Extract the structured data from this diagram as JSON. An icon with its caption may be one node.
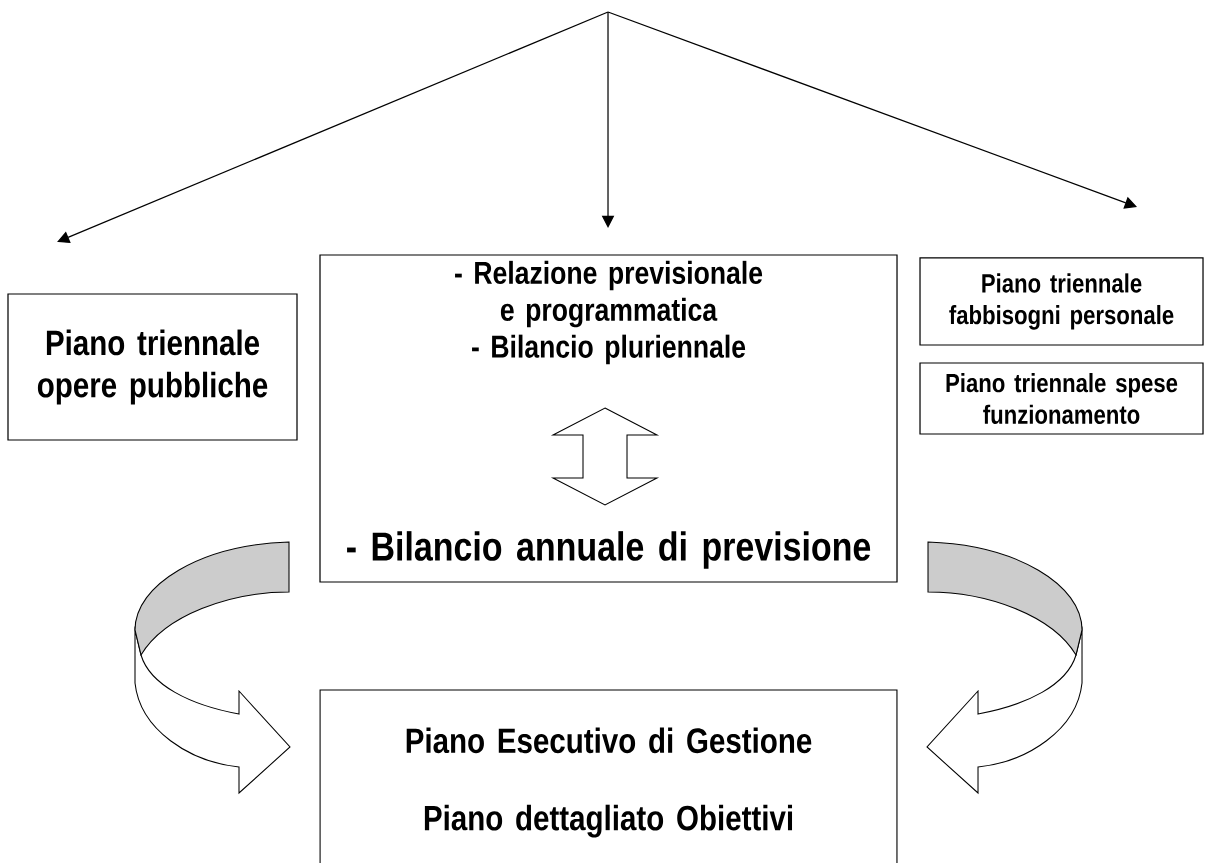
{
  "diagram": {
    "nodes": [
      {
        "text": [
          "Piano triennale opere pubbliche"
        ]
      },
      {
        "text": [],
        "shape": "box"
      },
      {
        "text": [
          "- Relazione previsionale e programmatica",
          "- Bilancio pluriennale"
        ],
        "in": 1
      },
      {
        "text": [
          "- Bilancio annuale di previsione"
        ],
        "in": 1
      },
      {
        "text": [
          "Piano triennale fabbisogni personale"
        ]
      },
      {
        "text": [
          "Piano triennale spese funzionamento"
        ]
      },
      {
        "text": [
          "Piano Esecutivo di Gestione",
          "Piano dettagliato Obiettivi"
        ]
      }
    ],
    "edges": [
      {
        "from": null,
        "to": 0,
        "arrow": "to"
      },
      {
        "from": null,
        "to": 1,
        "arrow": "to"
      },
      {
        "from": null,
        "to": 4,
        "arrow": "to"
      },
      {
        "from": 2,
        "to": 3,
        "arrow": "both"
      },
      {
        "from": null,
        "to": 6,
        "arrow": "to"
      },
      {
        "from": null,
        "to": 6,
        "arrow": "to"
      }
    ]
  }
}
